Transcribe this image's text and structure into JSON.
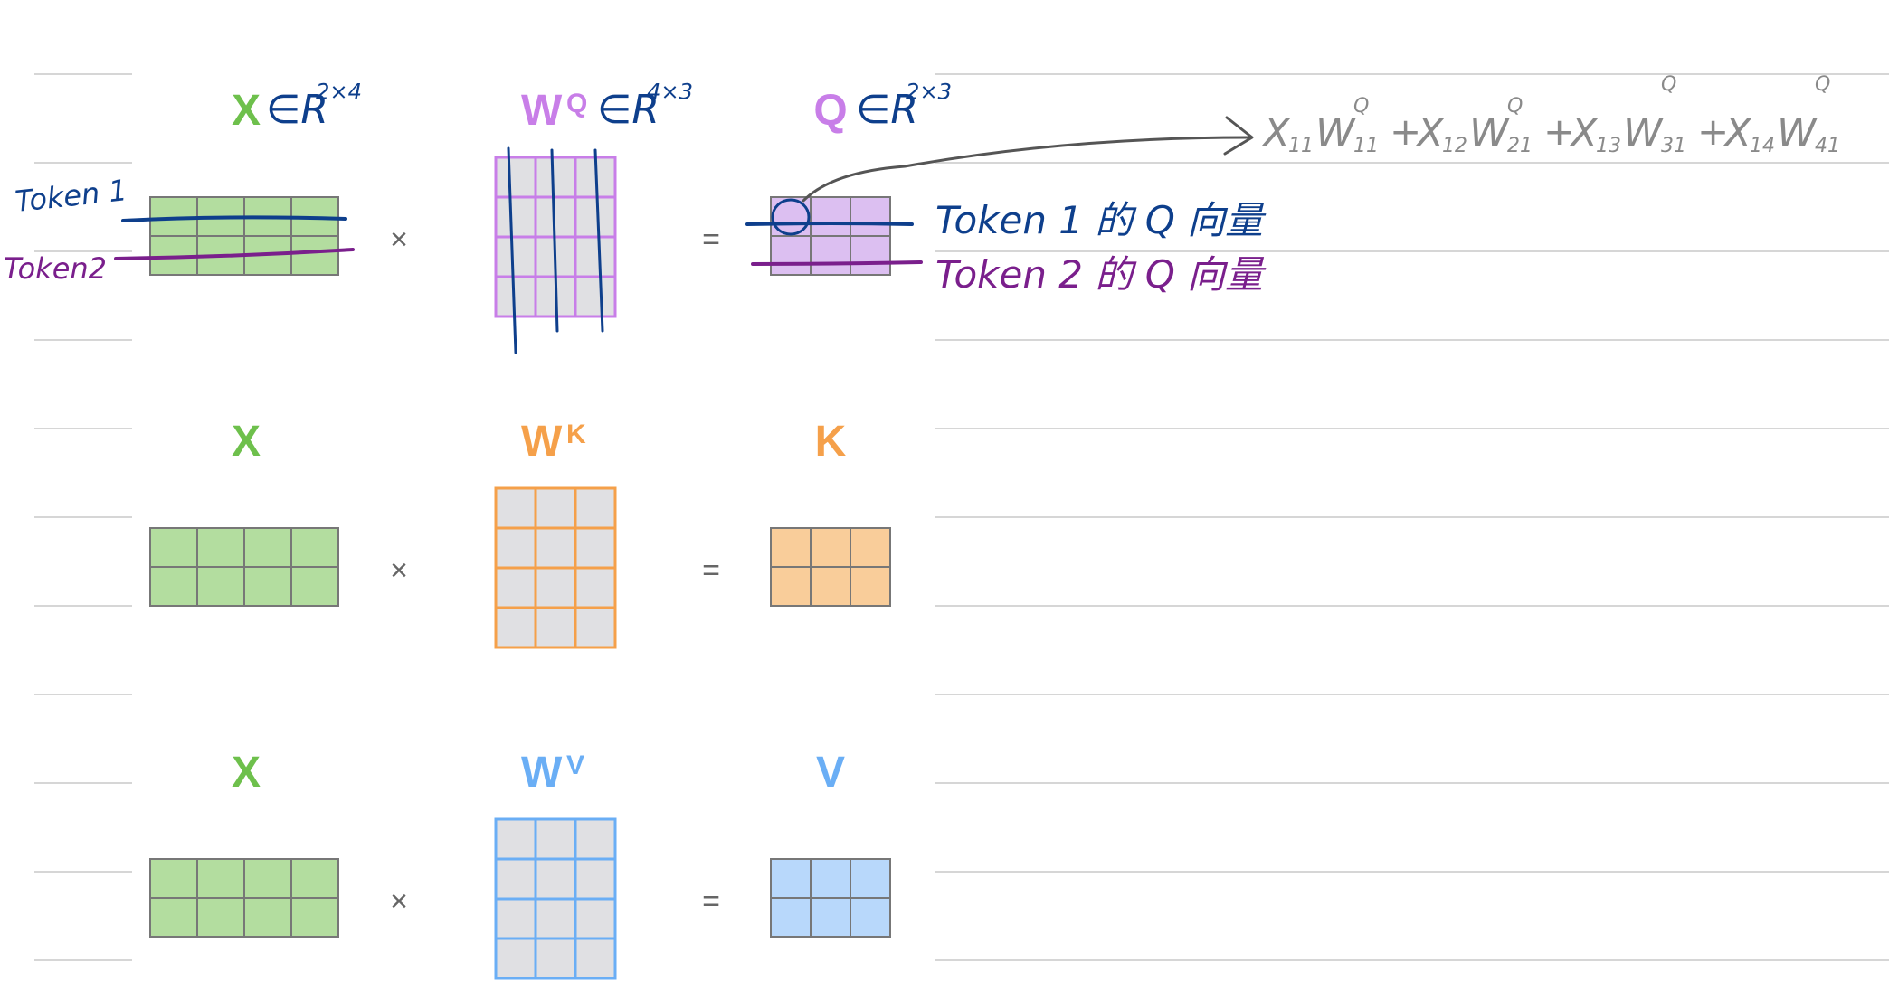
{
  "colors": {
    "green": "#6ec04c",
    "green_fill": "#b3dd9f",
    "purple": "#c87ee8",
    "purple_fill": "#dcbff1",
    "orange": "#f5a04a",
    "orange_fill": "#f9cd9a",
    "blue": "#6aaef5",
    "blue_fill": "#b8d8fb",
    "grid_fill": "#e0e0e3",
    "matrix_border": "#777777",
    "ink_blue": "#0e3f8c",
    "ink_purple": "#7a1f8c",
    "ink_gray": "#8a8a8a",
    "ruled_line": "#d6d6d6"
  },
  "rows": [
    {
      "x_label": "X",
      "w_label": "W",
      "w_sup": "Q",
      "out_label": "Q",
      "times": "×",
      "equals": "=",
      "accent": "purple",
      "accent_fill": "purple_fill"
    },
    {
      "x_label": "X",
      "w_label": "W",
      "w_sup": "K",
      "out_label": "K",
      "times": "×",
      "equals": "=",
      "accent": "orange",
      "accent_fill": "orange_fill"
    },
    {
      "x_label": "X",
      "w_label": "W",
      "w_sup": "V",
      "out_label": "V",
      "times": "×",
      "equals": "=",
      "accent": "blue",
      "accent_fill": "blue_fill"
    }
  ],
  "annotations": {
    "x_dims": "∈R",
    "x_dims_sup": "2×4",
    "w_dims": "∈R",
    "w_dims_sup": "4×3",
    "q_dims": "∈R",
    "q_dims_sup": "2×3",
    "token1": "Token 1",
    "token2": "Token2",
    "token1_q": "Token 1 的 Q 向量",
    "token2_q": "Token 2 的 Q 向量",
    "formula": {
      "terms": [
        {
          "x": "X",
          "xsub": "11",
          "w": "W",
          "wsub": "11",
          "wsup": "Q",
          "plus": ""
        },
        {
          "x": "X",
          "xsub": "12",
          "w": "W",
          "wsub": "21",
          "wsup": "Q",
          "plus": "+"
        },
        {
          "x": "X",
          "xsub": "13",
          "w": "W",
          "wsub": "31",
          "wsup": "Q",
          "plus": "+"
        },
        {
          "x": "X",
          "xsub": "14",
          "w": "W",
          "wsub": "41",
          "wsup": "Q",
          "plus": "+"
        }
      ]
    }
  }
}
